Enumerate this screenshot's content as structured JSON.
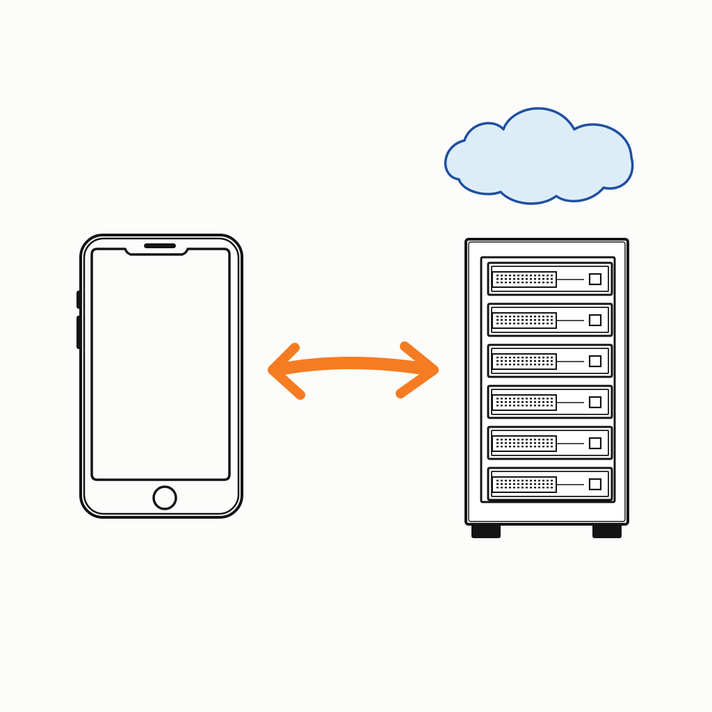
{
  "diagram": {
    "nodes": [
      {
        "id": "phone",
        "icon": "smartphone-icon"
      },
      {
        "id": "server",
        "icon": "server-rack-icon",
        "unit_count": 6
      },
      {
        "id": "cloud",
        "icon": "cloud-icon"
      }
    ],
    "edges": [
      {
        "from": "phone",
        "to": "server",
        "direction": "bidirectional",
        "icon": "double-arrow-icon"
      }
    ]
  },
  "colors": {
    "ink": "#141414",
    "arrow": "#f57c22",
    "cloud_fill": "#dcedf8",
    "cloud_stroke": "#1f4fa0",
    "background": "#fcfcfb"
  }
}
